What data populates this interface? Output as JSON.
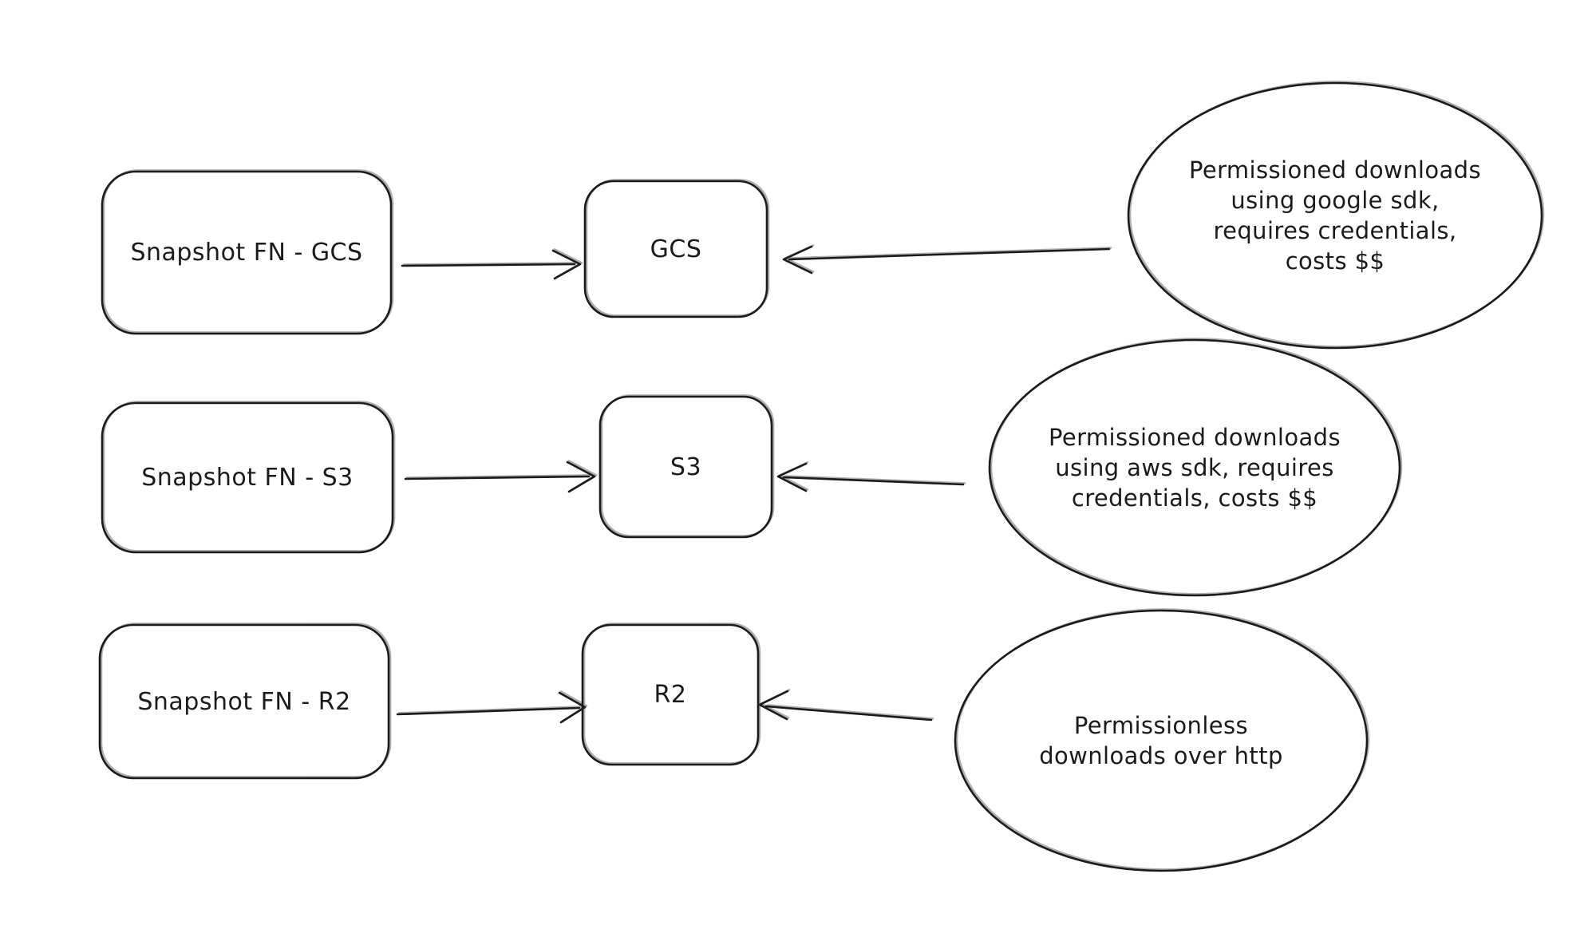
{
  "diagram": {
    "background_color": "#ffffff",
    "stroke_color": "#1b1b1b",
    "rows": [
      {
        "source_label": "Snapshot FN - GCS",
        "target_label": "GCS",
        "note_lines": [
          "Permissioned downloads",
          "using google sdk,",
          "requires credentials,",
          "costs $$"
        ]
      },
      {
        "source_label": "Snapshot FN - S3",
        "target_label": "S3",
        "note_lines": [
          "Permissioned downloads",
          "using aws sdk, requires",
          "credentials, costs $$"
        ]
      },
      {
        "source_label": "Snapshot FN - R2",
        "target_label": "R2",
        "note_lines": [
          "Permissionless",
          "downloads over http"
        ]
      }
    ]
  }
}
